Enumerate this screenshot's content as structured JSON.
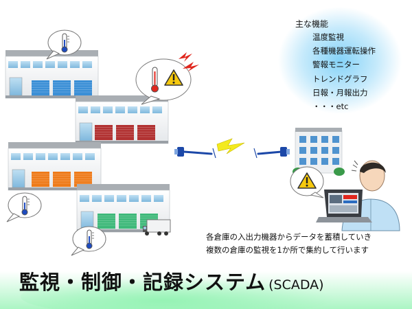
{
  "features": {
    "title": "主な機能",
    "items": [
      "温度監視",
      "各種機器運転操作",
      "警報モニター",
      "トレンドグラフ",
      "日報・月報出力",
      "・・・etc"
    ]
  },
  "description": {
    "line1": "各倉庫の入出力機器からデータを蓄積していき",
    "line2": "複数の倉庫の監視を1か所で集約して行います"
  },
  "title": {
    "main": "監視・制御・記録システム",
    "sub": "(SCADA)"
  },
  "colors": {
    "shutter_blue": "#3b8fd6",
    "shutter_red": "#b13232",
    "shutter_orange": "#ee7b1a",
    "shutter_green": "#3fb97a",
    "glow_blue": "#7fd0f7",
    "glow_green": "#8ff2b0",
    "cable_blue": "#1c48a8",
    "lightning_yellow": "#f3ea1e",
    "alarm_red": "#e0261d",
    "warning_yellow": "#f6c90e"
  },
  "icons": [
    "thermometer-icon",
    "warning-icon",
    "alarm-spark-icon",
    "lightning-icon",
    "truck-icon",
    "cable-connector-icon",
    "laptop-icon",
    "office-building-icon"
  ]
}
